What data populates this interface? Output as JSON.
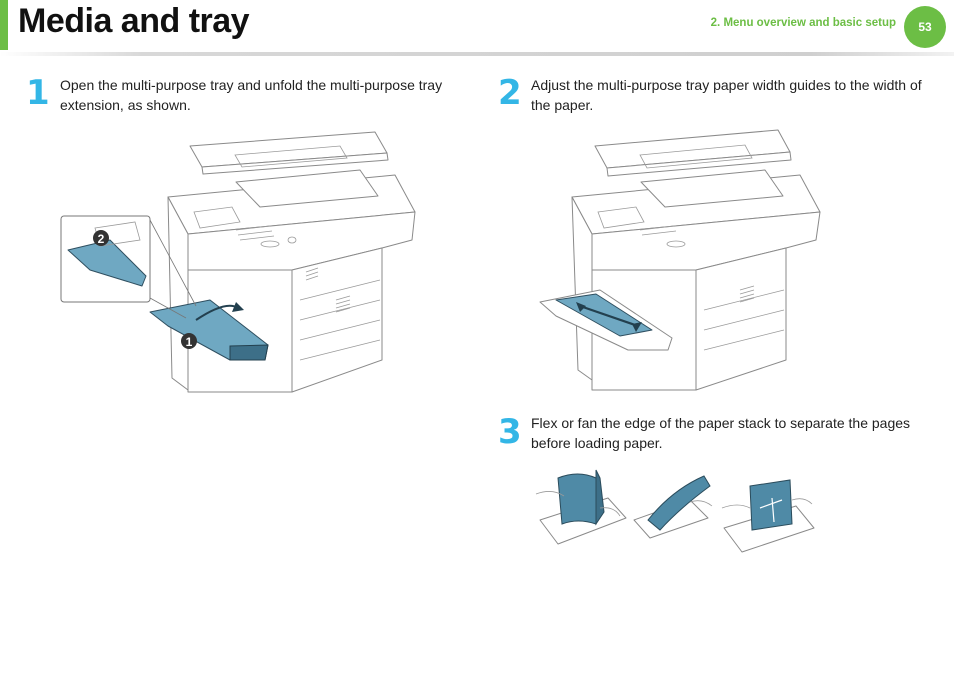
{
  "header": {
    "title": "Media and tray",
    "chapter": "2.  Menu overview and basic setup",
    "page_number": "53"
  },
  "steps": [
    {
      "number": "1",
      "text": "Open the multi-purpose tray and unfold the multi-purpose tray extension, as shown."
    },
    {
      "number": "2",
      "text": "Adjust the multi-purpose tray paper width guides to the width of the paper."
    },
    {
      "number": "3",
      "text": "Flex or fan the edge of the paper stack to separate the pages before loading paper."
    }
  ],
  "callouts": {
    "one": "1",
    "two": "2"
  },
  "colors": {
    "accent_green": "#6cbe45",
    "step_blue": "#33b6e6",
    "tray_blue": "#6fa8c2"
  }
}
